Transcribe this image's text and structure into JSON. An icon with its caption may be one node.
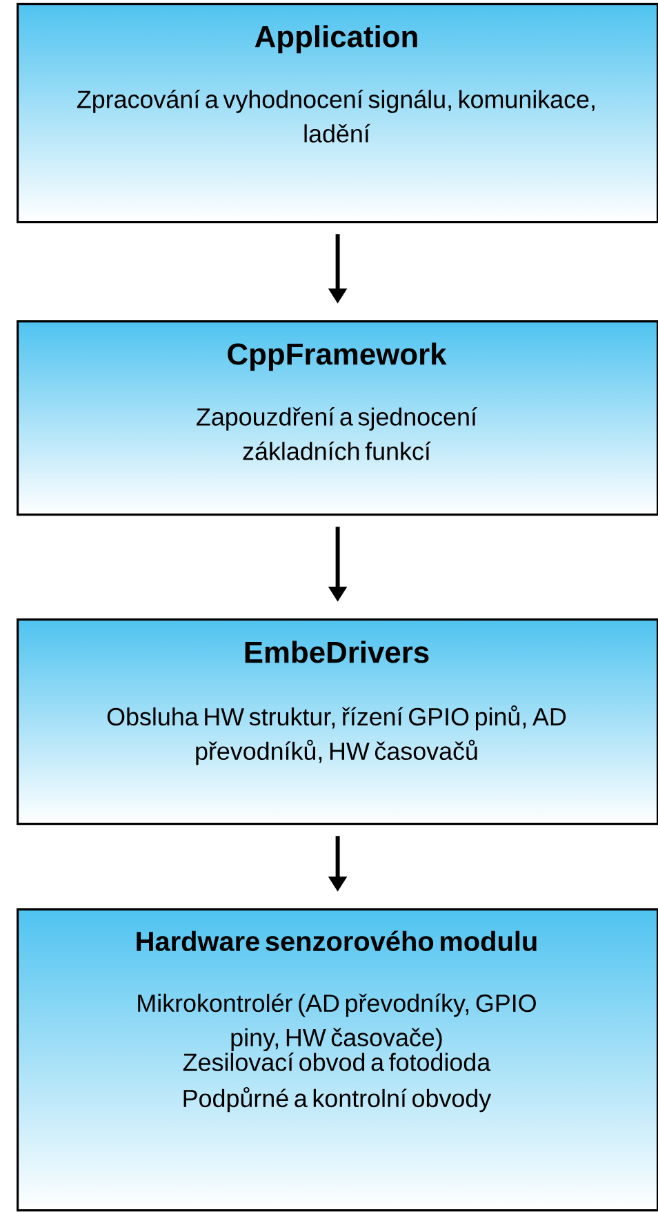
{
  "diagram": {
    "nodes": [
      {
        "text": [
          "Application",
          "Zpracování a vyhodnocení signálu, komunikace, ladění"
        ]
      },
      {
        "text": [
          "CppFramework",
          "Zapouzdření a sjednocení základních funkcí"
        ]
      },
      {
        "text": [
          "EmbeDrivers",
          "Obsluha HW struktur, řízení GPIO pinů, AD převodníků, HW časovačů"
        ]
      },
      {
        "text": [
          "Hardware senzorového modulu",
          "Mikrokontrolér (AD převodníky, GPIO piny, HW časovače)",
          "Zesilovací obvod a fotodioda",
          "Podpůrné a kontrolní obvody"
        ]
      }
    ],
    "edges": [
      {
        "from": 0,
        "to": 1,
        "arrow": "to"
      },
      {
        "from": 1,
        "to": 2,
        "arrow": "to"
      },
      {
        "from": 2,
        "to": 3,
        "arrow": "to"
      }
    ]
  }
}
